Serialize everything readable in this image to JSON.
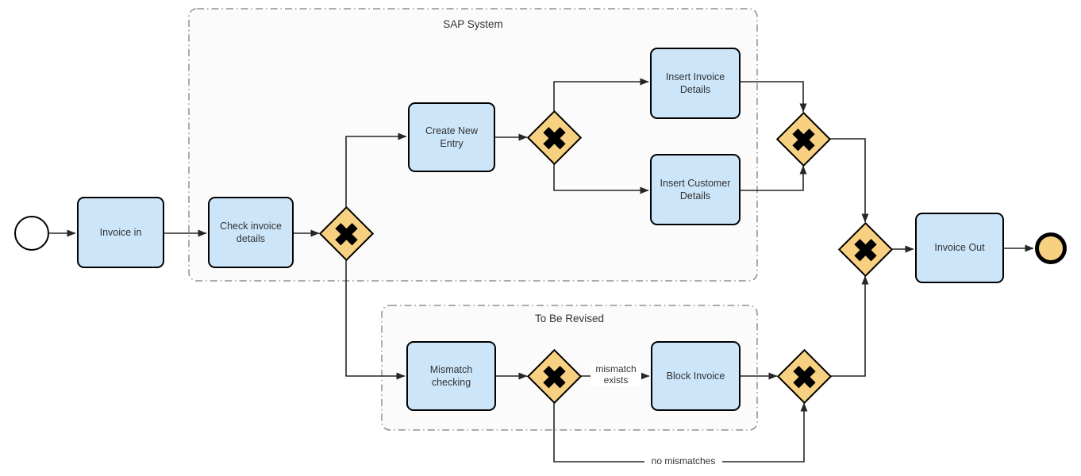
{
  "groups": {
    "sap": {
      "label": "SAP System"
    },
    "revised": {
      "label": "To Be Revised"
    }
  },
  "tasks": {
    "invoice_in": {
      "label": "Invoice in"
    },
    "check_invoice_details": {
      "label": "Check invoice details"
    },
    "create_new_entry": {
      "label": "Create New Entry"
    },
    "insert_invoice_details": {
      "label": "Insert Invoice Details"
    },
    "insert_customer_details": {
      "label": "Insert Customer Details"
    },
    "mismatch_checking": {
      "label": "Mismatch checking"
    },
    "block_invoice": {
      "label": "Block Invoice"
    },
    "invoice_out": {
      "label": "Invoice Out"
    }
  },
  "events": {
    "start": {
      "name": "start event"
    },
    "end": {
      "name": "end event"
    }
  },
  "gateways": {
    "kind": "exclusive (XOR)",
    "symbol": "X",
    "count": 6
  },
  "flow_labels": {
    "mismatch_exists": "mismatch exists",
    "no_mismatches": "no mismatches"
  },
  "colors": {
    "task_fill": "#CCE5F9",
    "gateway_fill": "#F7D081",
    "end_event_fill": "#F7D081",
    "shape_border": "#000000",
    "group_border": "#919191",
    "connector": "#262626",
    "text": "#333333",
    "background": "#FFFFFF"
  }
}
